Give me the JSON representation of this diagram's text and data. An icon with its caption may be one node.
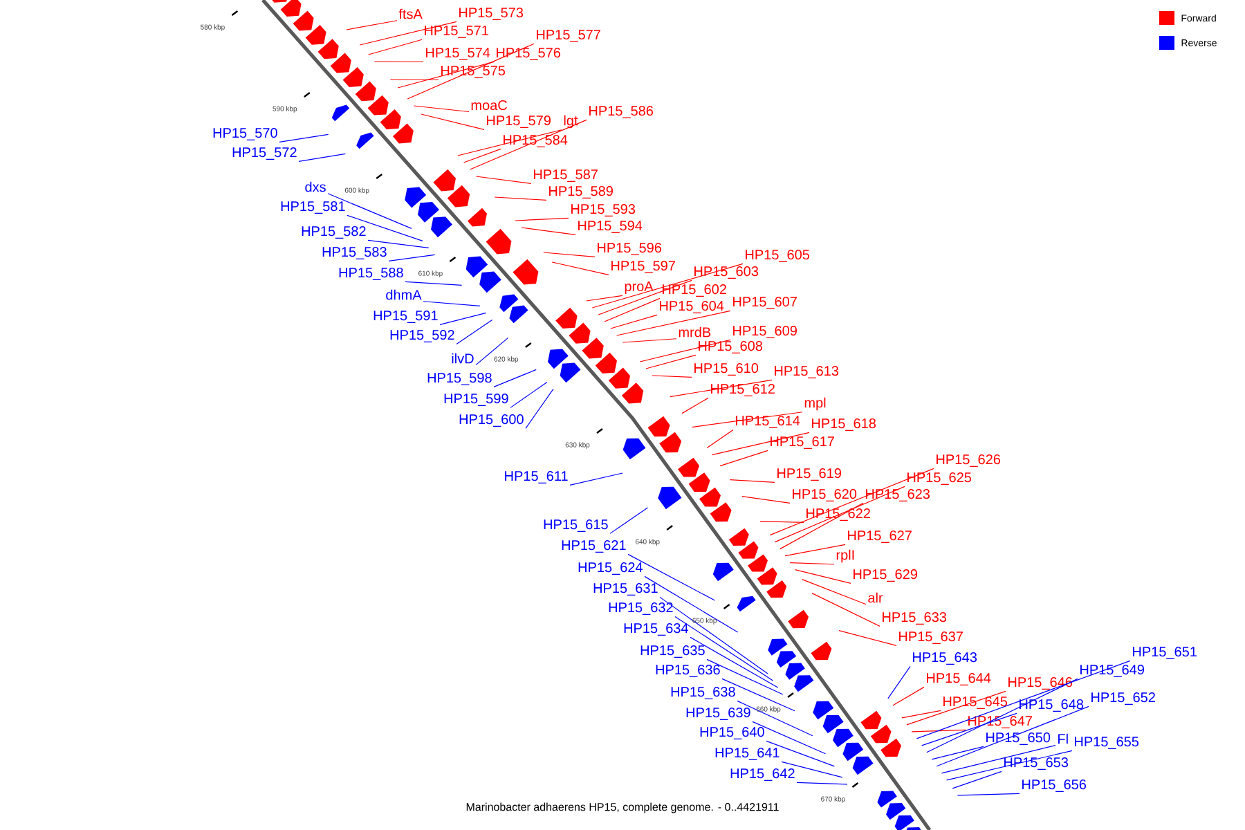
{
  "diagram": {
    "caption": "Marinobacter adhaerens HP15, complete genome. - 0..4421911",
    "nodes": [
      {
        "text": [
          "ftsA"
        ]
      },
      {
        "text": [
          "HP15_573"
        ]
      },
      {
        "text": [
          "HP15_571"
        ]
      },
      {
        "text": [
          "HP15_577"
        ]
      },
      {
        "text": [
          "HP15_574"
        ]
      },
      {
        "text": [
          "HP15_576"
        ]
      },
      {
        "text": [
          "HP15_575"
        ]
      },
      {
        "text": [
          "moaC"
        ]
      },
      {
        "text": [
          "HP15_579"
        ]
      },
      {
        "text": [
          "lgt"
        ]
      },
      {
        "text": [
          "HP15_586"
        ]
      },
      {
        "text": [
          "HP15_584"
        ]
      },
      {
        "text": [
          "HP15_587"
        ]
      },
      {
        "text": [
          "HP15_589"
        ]
      },
      {
        "text": [
          "HP15_593"
        ]
      },
      {
        "text": [
          "HP15_594"
        ]
      },
      {
        "text": [
          "HP15_596"
        ]
      },
      {
        "text": [
          "HP15_597"
        ]
      },
      {
        "text": [
          "HP15_605"
        ]
      },
      {
        "text": [
          "HP15_603"
        ]
      },
      {
        "text": [
          "proA"
        ]
      },
      {
        "text": [
          "HP15_602"
        ]
      },
      {
        "text": [
          "HP15_604"
        ]
      },
      {
        "text": [
          "HP15_607"
        ]
      },
      {
        "text": [
          "mrdB"
        ]
      },
      {
        "text": [
          "HP15_609"
        ]
      },
      {
        "text": [
          "HP15_608"
        ]
      },
      {
        "text": [
          "HP15_610"
        ]
      },
      {
        "text": [
          "HP15_613"
        ]
      },
      {
        "text": [
          "HP15_612"
        ]
      },
      {
        "text": [
          "mpl"
        ]
      },
      {
        "text": [
          "HP15_614"
        ]
      },
      {
        "text": [
          "HP15_618"
        ]
      },
      {
        "text": [
          "HP15_617"
        ]
      },
      {
        "text": [
          "HP15_619"
        ]
      },
      {
        "text": [
          "HP15_620"
        ]
      },
      {
        "text": [
          "HP15_626"
        ]
      },
      {
        "text": [
          "HP15_625"
        ]
      },
      {
        "text": [
          "HP15_623"
        ]
      },
      {
        "text": [
          "HP15_622"
        ]
      },
      {
        "text": [
          "HP15_627"
        ]
      },
      {
        "text": [
          "rplI"
        ]
      },
      {
        "text": [
          "HP15_629"
        ]
      },
      {
        "text": [
          "alr"
        ]
      },
      {
        "text": [
          "HP15_633"
        ]
      },
      {
        "text": [
          "HP15_637"
        ]
      },
      {
        "text": [
          "HP15_644"
        ]
      },
      {
        "text": [
          "HP15_646"
        ]
      },
      {
        "text": [
          "HP15_645"
        ]
      },
      {
        "text": [
          "HP15_647"
        ]
      },
      {
        "text": [
          "HP15_570"
        ]
      },
      {
        "text": [
          "HP15_572"
        ]
      },
      {
        "text": [
          "dxs"
        ]
      },
      {
        "text": [
          "HP15_581"
        ]
      },
      {
        "text": [
          "HP15_582"
        ]
      },
      {
        "text": [
          "HP15_583"
        ]
      },
      {
        "text": [
          "HP15_588"
        ]
      },
      {
        "text": [
          "dhmA"
        ]
      },
      {
        "text": [
          "HP15_591"
        ]
      },
      {
        "text": [
          "HP15_592"
        ]
      },
      {
        "text": [
          "ilvD"
        ]
      },
      {
        "text": [
          "HP15_598"
        ]
      },
      {
        "text": [
          "HP15_599"
        ]
      },
      {
        "text": [
          "HP15_600"
        ]
      },
      {
        "text": [
          "HP15_611"
        ]
      },
      {
        "text": [
          "HP15_615"
        ]
      },
      {
        "text": [
          "HP15_621"
        ]
      },
      {
        "text": [
          "HP15_624"
        ]
      },
      {
        "text": [
          "HP15_631"
        ]
      },
      {
        "text": [
          "HP15_632"
        ]
      },
      {
        "text": [
          "HP15_634"
        ]
      },
      {
        "text": [
          "HP15_635"
        ]
      },
      {
        "text": [
          "HP15_636"
        ]
      },
      {
        "text": [
          "HP15_638"
        ]
      },
      {
        "text": [
          "HP15_639"
        ]
      },
      {
        "text": [
          "HP15_640"
        ]
      },
      {
        "text": [
          "HP15_641"
        ]
      },
      {
        "text": [
          "HP15_642"
        ]
      },
      {
        "text": [
          "HP15_643"
        ]
      },
      {
        "text": [
          "HP15_651"
        ]
      },
      {
        "text": [
          "HP15_649"
        ]
      },
      {
        "text": [
          "HP15_648"
        ]
      },
      {
        "text": [
          "HP15_652"
        ]
      },
      {
        "text": [
          "HP15_650"
        ]
      },
      {
        "text": [
          "Fl"
        ]
      },
      {
        "text": [
          "HP15_655"
        ]
      },
      {
        "text": [
          "HP15_653"
        ]
      },
      {
        "text": [
          "HP15_656"
        ]
      }
    ],
    "edges": [
      {
        "from": 0,
        "to": null,
        "arrow": "none"
      },
      {
        "from": 1,
        "to": null,
        "arrow": "none"
      },
      {
        "from": 2,
        "to": null,
        "arrow": "none"
      },
      {
        "from": 3,
        "to": null,
        "arrow": "none"
      },
      {
        "from": 4,
        "to": null,
        "arrow": "none"
      },
      {
        "from": 5,
        "to": null,
        "arrow": "none"
      },
      {
        "from": 6,
        "to": null,
        "arrow": "none"
      },
      {
        "from": 7,
        "to": null,
        "arrow": "none"
      },
      {
        "from": 8,
        "to": null,
        "arrow": "none"
      },
      {
        "from": 9,
        "to": null,
        "arrow": "none"
      },
      {
        "from": 10,
        "to": null,
        "arrow": "none"
      },
      {
        "from": 11,
        "to": null,
        "arrow": "none"
      },
      {
        "from": 12,
        "to": null,
        "arrow": "none"
      },
      {
        "from": 13,
        "to": null,
        "arrow": "none"
      },
      {
        "from": 14,
        "to": null,
        "arrow": "none"
      },
      {
        "from": 15,
        "to": null,
        "arrow": "none"
      },
      {
        "from": 16,
        "to": null,
        "arrow": "none"
      },
      {
        "from": 17,
        "to": null,
        "arrow": "none"
      },
      {
        "from": 18,
        "to": null,
        "arrow": "none"
      },
      {
        "from": 19,
        "to": null,
        "arrow": "none"
      },
      {
        "from": 20,
        "to": null,
        "arrow": "none"
      },
      {
        "from": 21,
        "to": null,
        "arrow": "none"
      },
      {
        "from": 22,
        "to": null,
        "arrow": "none"
      },
      {
        "from": 23,
        "to": null,
        "arrow": "none"
      },
      {
        "from": 24,
        "to": null,
        "arrow": "none"
      },
      {
        "from": 25,
        "to": null,
        "arrow": "none"
      },
      {
        "from": 26,
        "to": null,
        "arrow": "none"
      },
      {
        "from": 27,
        "to": null,
        "arrow": "none"
      },
      {
        "from": 28,
        "to": null,
        "arrow": "none"
      },
      {
        "from": 29,
        "to": null,
        "arrow": "none"
      },
      {
        "from": 30,
        "to": null,
        "arrow": "none"
      },
      {
        "from": 31,
        "to": null,
        "arrow": "none"
      },
      {
        "from": 32,
        "to": null,
        "arrow": "none"
      },
      {
        "from": 33,
        "to": null,
        "arrow": "none"
      },
      {
        "from": 34,
        "to": null,
        "arrow": "none"
      },
      {
        "from": 35,
        "to": null,
        "arrow": "none"
      },
      {
        "from": 36,
        "to": null,
        "arrow": "none"
      },
      {
        "from": 37,
        "to": null,
        "arrow": "none"
      },
      {
        "from": 38,
        "to": null,
        "arrow": "none"
      },
      {
        "from": 39,
        "to": null,
        "arrow": "none"
      },
      {
        "from": 40,
        "to": null,
        "arrow": "none"
      },
      {
        "from": 41,
        "to": null,
        "arrow": "none"
      },
      {
        "from": 42,
        "to": null,
        "arrow": "none"
      },
      {
        "from": 43,
        "to": null,
        "arrow": "none"
      },
      {
        "from": 44,
        "to": null,
        "arrow": "none"
      },
      {
        "from": 45,
        "to": null,
        "arrow": "none"
      },
      {
        "from": 46,
        "to": null,
        "arrow": "none"
      },
      {
        "from": 47,
        "to": null,
        "arrow": "none"
      },
      {
        "from": 48,
        "to": null,
        "arrow": "none"
      },
      {
        "from": 49,
        "to": null,
        "arrow": "none"
      },
      {
        "from": 50,
        "to": null,
        "arrow": "none",
        "color": "#0000ff"
      },
      {
        "from": 51,
        "to": null,
        "arrow": "none",
        "color": "#0000ff"
      },
      {
        "from": 52,
        "to": null,
        "arrow": "none",
        "color": "#0000ff"
      },
      {
        "from": 53,
        "to": null,
        "arrow": "none",
        "color": "#0000ff"
      },
      {
        "from": 54,
        "to": null,
        "arrow": "none",
        "color": "#0000ff"
      },
      {
        "from": 55,
        "to": null,
        "arrow": "none",
        "color": "#0000ff"
      },
      {
        "from": 56,
        "to": null,
        "arrow": "none",
        "color": "#0000ff"
      },
      {
        "from": 57,
        "to": null,
        "arrow": "none",
        "color": "#0000ff"
      },
      {
        "from": 58,
        "to": null,
        "arrow": "none",
        "color": "#0000ff"
      },
      {
        "from": 59,
        "to": null,
        "arrow": "none",
        "color": "#0000ff"
      },
      {
        "from": 60,
        "to": null,
        "arrow": "none",
        "color": "#0000ff"
      },
      {
        "from": 61,
        "to": null,
        "arrow": "none",
        "color": "#0000ff"
      },
      {
        "from": 62,
        "to": null,
        "arrow": "none",
        "color": "#0000ff"
      },
      {
        "from": 63,
        "to": null,
        "arrow": "none",
        "color": "#0000ff"
      },
      {
        "from": 64,
        "to": null,
        "arrow": "none",
        "color": "#0000ff"
      },
      {
        "from": 65,
        "to": null,
        "arrow": "none",
        "color": "#0000ff"
      },
      {
        "from": 66,
        "to": null,
        "arrow": "none",
        "color": "#0000ff"
      },
      {
        "from": 67,
        "to": null,
        "arrow": "none",
        "color": "#0000ff"
      },
      {
        "from": 68,
        "to": null,
        "arrow": "none",
        "color": "#0000ff"
      },
      {
        "from": 69,
        "to": null,
        "arrow": "none",
        "color": "#0000ff"
      },
      {
        "from": 70,
        "to": null,
        "arrow": "none",
        "color": "#0000ff"
      },
      {
        "from": 71,
        "to": null,
        "arrow": "none",
        "color": "#0000ff"
      },
      {
        "from": 72,
        "to": null,
        "arrow": "none",
        "color": "#0000ff"
      },
      {
        "from": 73,
        "to": null,
        "arrow": "none",
        "color": "#0000ff"
      },
      {
        "from": 74,
        "to": null,
        "arrow": "none",
        "color": "#0000ff"
      },
      {
        "from": 75,
        "to": null,
        "arrow": "none",
        "color": "#0000ff"
      },
      {
        "from": 76,
        "to": null,
        "arrow": "none",
        "color": "#0000ff"
      },
      {
        "from": 77,
        "to": null,
        "arrow": "none",
        "color": "#0000ff"
      },
      {
        "from": 78,
        "to": null,
        "arrow": "none",
        "color": "#0000ff"
      },
      {
        "from": 79,
        "to": null,
        "arrow": "none",
        "color": "#0000ff"
      },
      {
        "from": 80,
        "to": null,
        "arrow": "none",
        "color": "#0000ff"
      },
      {
        "from": 81,
        "to": null,
        "arrow": "none",
        "color": "#0000ff"
      },
      {
        "from": 82,
        "to": null,
        "arrow": "none",
        "color": "#0000ff"
      },
      {
        "from": 83,
        "to": null,
        "arrow": "none",
        "color": "#0000ff"
      },
      {
        "from": 84,
        "to": null,
        "arrow": "none",
        "color": "#0000ff"
      },
      {
        "from": 85,
        "to": null,
        "arrow": "none",
        "color": "#0000ff"
      },
      {
        "from": 86,
        "to": null,
        "arrow": "none",
        "color": "#0000ff"
      },
      {
        "from": 87,
        "to": null,
        "arrow": "none",
        "color": "#0000ff"
      }
    ],
    "labels": [
      "580 kbp",
      "590 kbp",
      "600 kbp",
      "610 kbp",
      "620 kbp",
      "630 kbp",
      "640 kbp",
      "650 kbp",
      "660 kbp",
      "670 kbp"
    ],
    "legend": [
      {
        "text": "Forward",
        "color": "#ff0000"
      },
      {
        "text": "Reverse",
        "color": "#0000ff"
      }
    ]
  }
}
